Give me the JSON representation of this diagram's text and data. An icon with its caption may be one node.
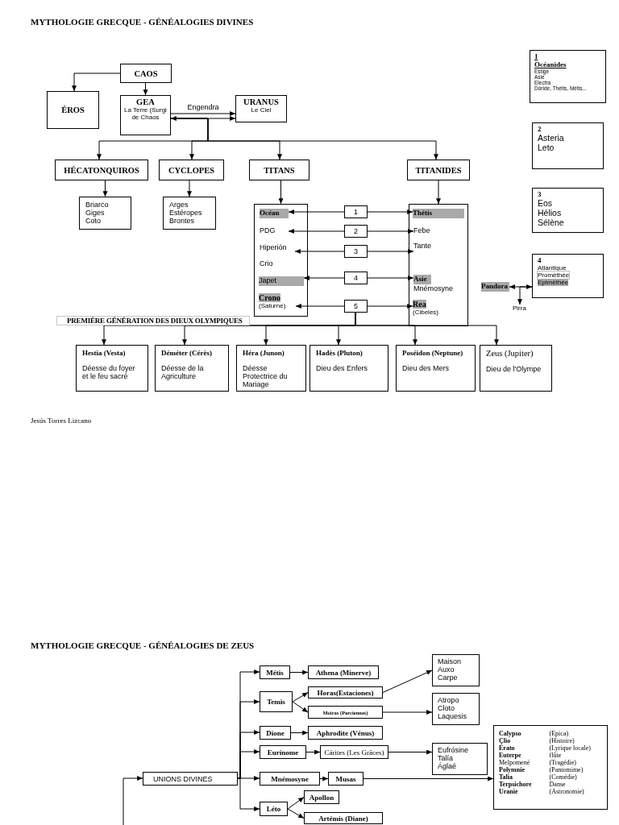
{
  "diagram": {
    "title": "MYTHOLOGIE GRECQUE - GÉNÉALOGIES DIVINES",
    "nodes": [
      {
        "text": [
          "CAOS"
        ]
      },
      {
        "text": [
          "ÉROS"
        ]
      },
      {
        "text": [
          "GEA",
          "La Terre (Surgi de Chaos"
        ]
      },
      {
        "text": [
          "URANUS",
          "Le Ciel"
        ]
      },
      {
        "text": [
          "HÉCATONQUIROS"
        ]
      },
      {
        "text": [
          "CYCLOPES"
        ]
      },
      {
        "text": [
          "TITANS"
        ]
      },
      {
        "text": [
          "TITANIDES"
        ]
      },
      {
        "text": [
          "Briarco",
          "Giges",
          "Coto"
        ]
      },
      {
        "text": [
          "Arges",
          "Estéropes",
          "Brontes"
        ]
      },
      {
        "text": [],
        "shape": "box"
      },
      {
        "text": [
          "Océan"
        ],
        "in": 10
      },
      {
        "text": [
          "PDG"
        ],
        "in": 10
      },
      {
        "text": [
          "Hiperión"
        ],
        "in": 10
      },
      {
        "text": [
          "Crio"
        ],
        "in": 10
      },
      {
        "text": [
          "Japet"
        ],
        "in": 10
      },
      {
        "text": [
          "Crono",
          "(Saturne)"
        ],
        "in": 10
      },
      {
        "text": [
          "1"
        ]
      },
      {
        "text": [
          "2"
        ]
      },
      {
        "text": [
          "3"
        ]
      },
      {
        "text": [
          "4"
        ]
      },
      {
        "text": [
          "5"
        ]
      },
      {
        "text": [],
        "shape": "box"
      },
      {
        "text": [
          "Thétis"
        ],
        "in": 22
      },
      {
        "text": [
          "Febe"
        ],
        "in": 22
      },
      {
        "text": [
          "Tante"
        ],
        "in": 22
      },
      {
        "text": [
          "Asie"
        ],
        "in": 22
      },
      {
        "text": [
          "Mnémosyne"
        ],
        "in": 22
      },
      {
        "text": [
          "Rea",
          "(Cibeles)"
        ],
        "in": 22
      },
      {
        "text": [
          "1",
          "Océanides",
          "Estige",
          "Asie",
          "Electra",
          "Dóride, Thétis, Métis..."
        ]
      },
      {
        "text": [
          "2",
          "Asteria",
          "Leto"
        ]
      },
      {
        "text": [
          "3",
          "Eos",
          "Hélios",
          "Sélène"
        ]
      },
      {
        "text": [
          "4",
          "Atlantique",
          "Prométhée",
          "Epiméthée"
        ]
      },
      {
        "text": [
          "Pandora"
        ]
      },
      {
        "text": [
          "Pirra"
        ]
      },
      {
        "text": [
          "PREMIÈRE GÉNÉRATION DES DIEUX OLYMPIQUES"
        ]
      },
      {
        "text": [
          "Hestia (Vesta)",
          "Déesse du foyer et le feu sacré"
        ]
      },
      {
        "text": [
          "Déméter (Cérès)",
          "Déesse de la Agriculture"
        ]
      },
      {
        "text": [
          "Héra (Junon)",
          "Déesse Protectrice du Mariage"
        ]
      },
      {
        "text": [
          "Hadès (Pluton)",
          "Dieu des Enfers"
        ]
      },
      {
        "text": [
          "Poséidon (Neptune)",
          "Dieu des Mers"
        ]
      },
      {
        "text": [
          "Zeus (Jupiter)",
          "Dieu de l'Olympe"
        ]
      },
      {
        "text": [
          "UNIONS DIVINES"
        ]
      },
      {
        "text": [
          "Métis"
        ]
      },
      {
        "text": [
          "Athena (Minerve)"
        ]
      },
      {
        "text": [
          "Temis"
        ]
      },
      {
        "text": [
          "Horas(Estaciones)"
        ]
      },
      {
        "text": [
          "Moiras (Parciennes)"
        ]
      },
      {
        "text": [
          "Dione"
        ]
      },
      {
        "text": [
          "Aphrodite (Vénus)"
        ]
      },
      {
        "text": [
          "Eurínome"
        ]
      },
      {
        "text": [
          "Cárites (Les Grâces)"
        ]
      },
      {
        "text": [
          "Mnémosyne"
        ]
      },
      {
        "text": [
          "Musas"
        ]
      },
      {
        "text": [
          "Léto"
        ]
      },
      {
        "text": [
          "Apollon"
        ]
      },
      {
        "text": [
          "Artémis (Diane)"
        ]
      },
      {
        "text": [
          "Maison",
          "Auxo",
          "Carpe"
        ]
      },
      {
        "text": [
          "Atropo",
          "Cloto",
          "Laquesis"
        ]
      },
      {
        "text": [
          "Eufrósine",
          "Talía",
          "Áglaé"
        ]
      },
      {
        "text": [
          "Calypso",
          "(Epica)",
          "Çlio",
          "(Histoire)",
          "Erato",
          "(Lyrique locale)",
          "Euterpe",
          "flûte",
          "Melpomené",
          "(Tragédie)",
          "Polymnie",
          "(Pantomime)",
          "Talia",
          "(Comédie)",
          "Terpsichore",
          "Danse",
          "Uranie",
          "(Astronomie)"
        ]
      }
    ],
    "edges": [
      {
        "from": 0,
        "to": 1,
        "arrow": "to"
      },
      {
        "from": 0,
        "to": 2,
        "arrow": "to"
      },
      {
        "from": 2,
        "to": 3,
        "arrow": "to",
        "label": "Engendra"
      },
      {
        "from": 2,
        "to": 3,
        "arrow": "both"
      },
      {
        "from": 2,
        "to": 4,
        "arrow": "to"
      },
      {
        "from": 2,
        "to": 5,
        "arrow": "to"
      },
      {
        "from": 2,
        "to": 6,
        "arrow": "to"
      },
      {
        "from": 2,
        "to": 7,
        "arrow": "to"
      },
      {
        "from": 4,
        "to": 8,
        "arrow": "to"
      },
      {
        "from": 5,
        "to": 9,
        "arrow": "to"
      },
      {
        "from": 6,
        "to": 10,
        "arrow": "to"
      },
      {
        "from": 7,
        "to": 22,
        "arrow": "to"
      },
      {
        "from": 17,
        "to": 11,
        "arrow": "to"
      },
      {
        "from": 17,
        "to": 23,
        "arrow": "to"
      },
      {
        "from": 18,
        "to": 12,
        "arrow": "to"
      },
      {
        "from": 18,
        "to": 24,
        "arrow": "to"
      },
      {
        "from": 19,
        "to": 13,
        "arrow": "to"
      },
      {
        "from": 19,
        "to": 25,
        "arrow": "to"
      },
      {
        "from": 20,
        "to": 15,
        "arrow": "to"
      },
      {
        "from": 20,
        "to": 26,
        "arrow": "to"
      },
      {
        "from": 21,
        "to": 16,
        "arrow": "to"
      },
      {
        "from": 21,
        "to": 28,
        "arrow": "to"
      },
      {
        "from": 21,
        "to": 36,
        "arrow": "to"
      },
      {
        "from": 21,
        "to": 37,
        "arrow": "to"
      },
      {
        "from": 21,
        "to": 38,
        "arrow": "to"
      },
      {
        "from": 21,
        "to": 39,
        "arrow": "to"
      },
      {
        "from": 21,
        "to": 40,
        "arrow": "to"
      },
      {
        "from": 21,
        "to": 41,
        "arrow": "to"
      },
      {
        "from": 33,
        "to": 32,
        "arrow": "both"
      },
      {
        "from": 32,
        "to": 34,
        "arrow": "to"
      },
      {
        "from": null,
        "to": 42,
        "arrow": "to"
      },
      {
        "from": 42,
        "to": 43,
        "arrow": "to"
      },
      {
        "from": 42,
        "to": 45,
        "arrow": "to"
      },
      {
        "from": 42,
        "to": 48,
        "arrow": "to"
      },
      {
        "from": 42,
        "to": 50,
        "arrow": "to"
      },
      {
        "from": 42,
        "to": 52,
        "arrow": "to"
      },
      {
        "from": 42,
        "to": 54,
        "arrow": "to"
      },
      {
        "from": 43,
        "to": 44,
        "arrow": "to"
      },
      {
        "from": 45,
        "to": 46,
        "arrow": "to"
      },
      {
        "from": 45,
        "to": 47,
        "arrow": "to"
      },
      {
        "from": 48,
        "to": 49,
        "arrow": "to"
      },
      {
        "from": 50,
        "to": 51,
        "arrow": "to"
      },
      {
        "from": 52,
        "to": 53,
        "arrow": "to"
      },
      {
        "from": 54,
        "to": 55,
        "arrow": "to"
      },
      {
        "from": 54,
        "to": 56,
        "arrow": "to"
      },
      {
        "from": 46,
        "to": 57,
        "arrow": "to"
      },
      {
        "from": 47,
        "to": 58,
        "arrow": "to"
      },
      {
        "from": 51,
        "to": 59,
        "arrow": "to"
      },
      {
        "from": 53,
        "to": 60,
        "arrow": "to"
      }
    ],
    "labels": [
      "Jesús Torres Lizcano",
      "MYTHOLOGIE GRECQUE - GÉNÉALOGIES DE ZEUS"
    ]
  }
}
